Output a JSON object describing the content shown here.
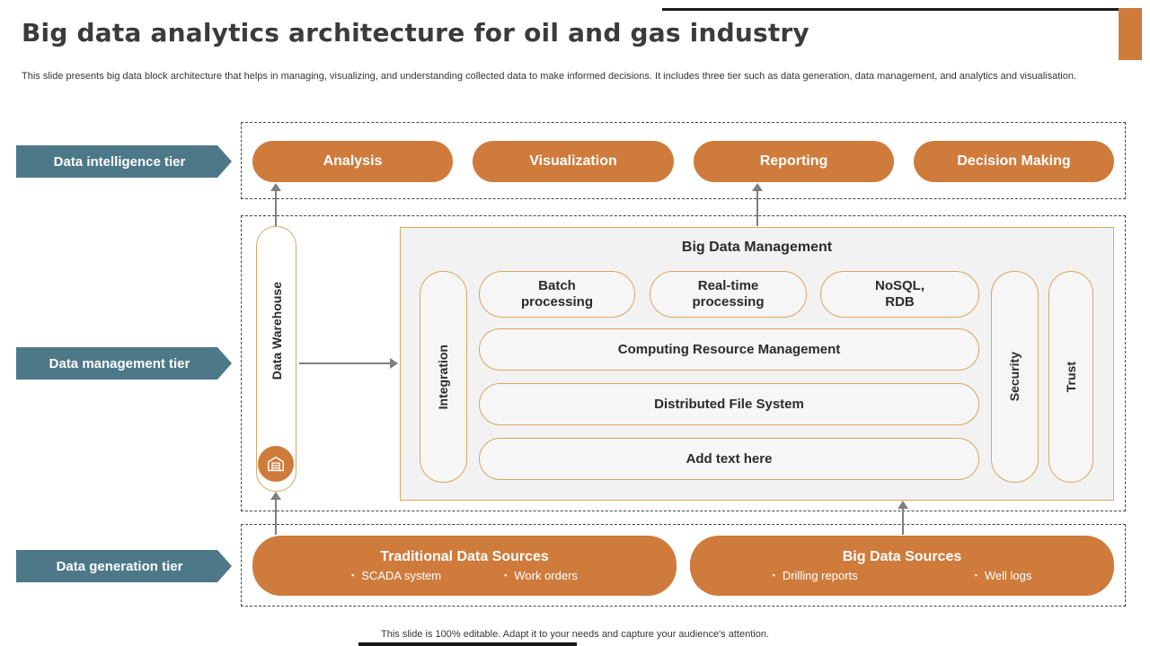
{
  "slide": {
    "title": "Big data analytics architecture for oil and gas industry",
    "subtitle": "This slide presents big data block architecture that helps in managing, visualizing, and understanding collected data to make informed decisions. It includes three tier such as data generation, data management, and analytics and visualisation.",
    "footer": "This slide is 100% editable. Adapt it to your needs and capture your audience's attention."
  },
  "tiers": {
    "intelligence": "Data intelligence tier",
    "management": "Data management tier",
    "generation": "Data generation tier"
  },
  "intelligence": {
    "items": [
      "Analysis",
      "Visualization",
      "Reporting",
      "Decision Making"
    ]
  },
  "management": {
    "warehouse_label": "Data Warehouse",
    "bdm_title": "Big Data Management",
    "integration_label": "Integration",
    "security_label": "Security",
    "trust_label": "Trust",
    "row1": [
      "Batch\nprocessing",
      "Real-time\nprocessing",
      "NoSQL,\nRDB"
    ],
    "rows": [
      "Computing Resource Management",
      "Distributed File System",
      "Add text here"
    ]
  },
  "generation": {
    "traditional": {
      "title": "Traditional Data Sources",
      "bullets": [
        "SCADA system",
        "Work orders"
      ]
    },
    "big": {
      "title": "Big Data Sources",
      "bullets": [
        "Drilling reports",
        "Well logs"
      ]
    }
  },
  "icons": {
    "warehouse": "warehouse-icon",
    "bullet": "▪"
  },
  "colors": {
    "accent_orange": "#ce7b3c",
    "teal_label": "#4d7887",
    "tan_border": "#d9a661",
    "arrow_gray": "#7f7f7f",
    "panel_gray": "#f2f2f2",
    "line_black": "#1a1a1a"
  }
}
